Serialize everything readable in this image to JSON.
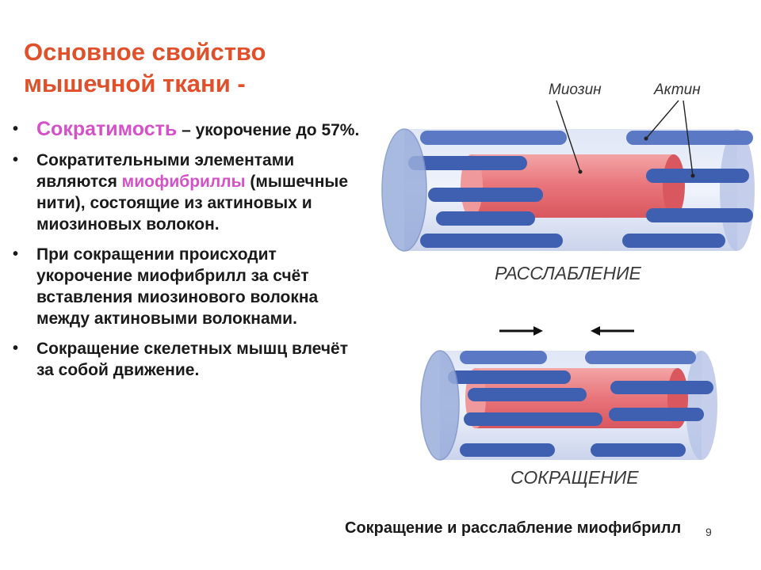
{
  "title": [
    "Основное свойство",
    "мышечной ткани -"
  ],
  "bullets": [
    {
      "highlight": "Сократимость",
      "text": " – укорочение до 57%."
    },
    {
      "before": "Сократительными элементами являются ",
      "highlight": "миофибриллы",
      "after": " (мышечные нити), состоящие из актиновых и миозиновых волокон."
    },
    {
      "text": "При сокращении происходит укорочение миофибрилл за счёт вставления миозинового волокна между актиновыми волокнами."
    },
    {
      "text": "Сокращение скелетных мышц влечёт за собой движение."
    }
  ],
  "diagram": {
    "myosin_label": "Миозин",
    "actin_label": "Актин",
    "relaxation_label": "РАССЛАБЛЕНИЕ",
    "contraction_label": "СОКРАЩЕНИЕ"
  },
  "caption": "Сокращение и расслабление миофибрилл",
  "page_number": "9",
  "colors": {
    "title": "#e0502a",
    "highlight": "#d452c7",
    "myosin": "#e8747a",
    "actin": "#3f5fb0",
    "sheath": "#a8b8e0"
  }
}
